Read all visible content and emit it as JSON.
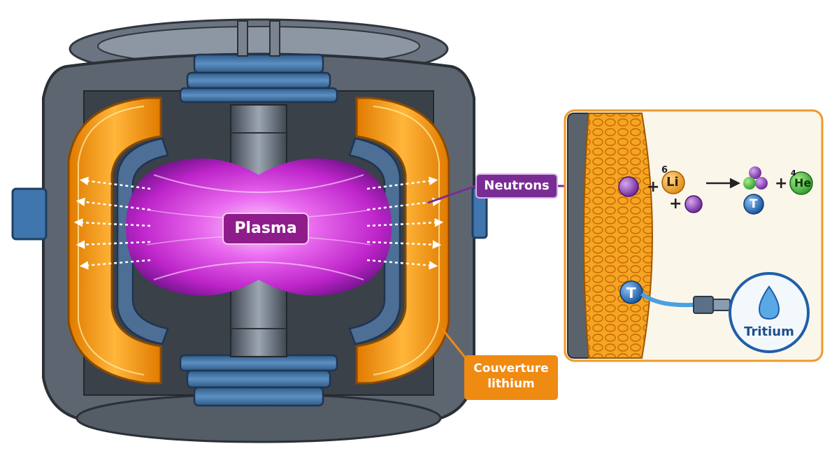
{
  "labels": {
    "plasma": "Plasma",
    "neutrons": "Neutrons",
    "blanket_line1": "Couverture",
    "blanket_line2": "lithium",
    "tritium": "Tritium"
  },
  "reaction": {
    "li_mass": "6",
    "li_symbol": "Li",
    "plus": "+",
    "arrow": "⟶",
    "he_mass": "4",
    "he_symbol": "He",
    "tritium_symbol": "T"
  },
  "colors": {
    "plasma": "#e23fe8",
    "blanket": "#f29a1c",
    "coil": "#3e6f9e",
    "steel": "#6b7480",
    "neutron": "#8a3fb8",
    "tritium_blue": "#1f5fa8",
    "label_orange": "#ef8a12",
    "label_purple": "#7a2c95",
    "inset_border": "#ef9a2a"
  },
  "icons": {
    "droplet": "water-drop-icon",
    "pipe": "pipe-icon"
  }
}
